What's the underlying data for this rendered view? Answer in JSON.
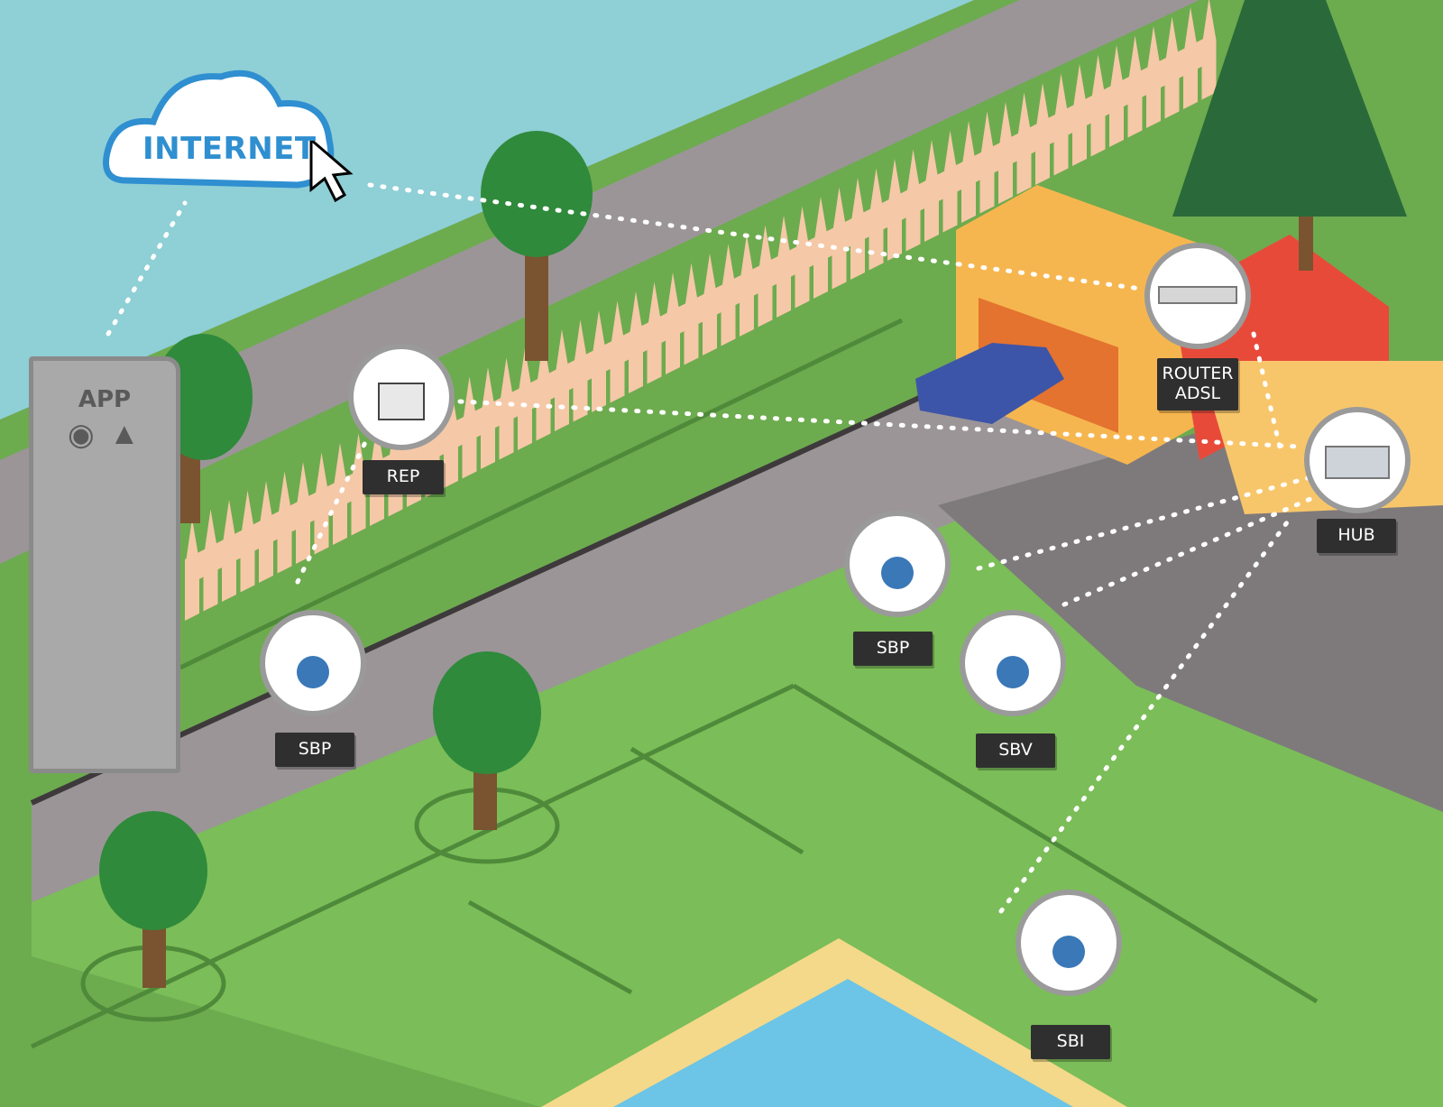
{
  "cloud": {
    "label": "INTERNET"
  },
  "app_panel": {
    "title": "APP"
  },
  "devices": {
    "rep": {
      "label": "REP"
    },
    "router": {
      "label_line1": "ROUTER",
      "label_line2": "ADSL"
    },
    "hub": {
      "label": "HUB"
    },
    "sbp_left": {
      "label": "SBP"
    },
    "sbp_right": {
      "label": "SBP"
    },
    "sbv": {
      "label": "SBV"
    },
    "sbi": {
      "label": "SBI"
    }
  },
  "colors": {
    "sky": "#8fcfd6",
    "grass": "#6dab4f",
    "road": "#9b9598",
    "house_wall": "#f6b64f",
    "roof": "#e84a3a",
    "pool": "#6cc4e6",
    "cloud_blue": "#2f8fd0",
    "car": "#3d55a8",
    "label_bg": "#2f2f2f"
  }
}
